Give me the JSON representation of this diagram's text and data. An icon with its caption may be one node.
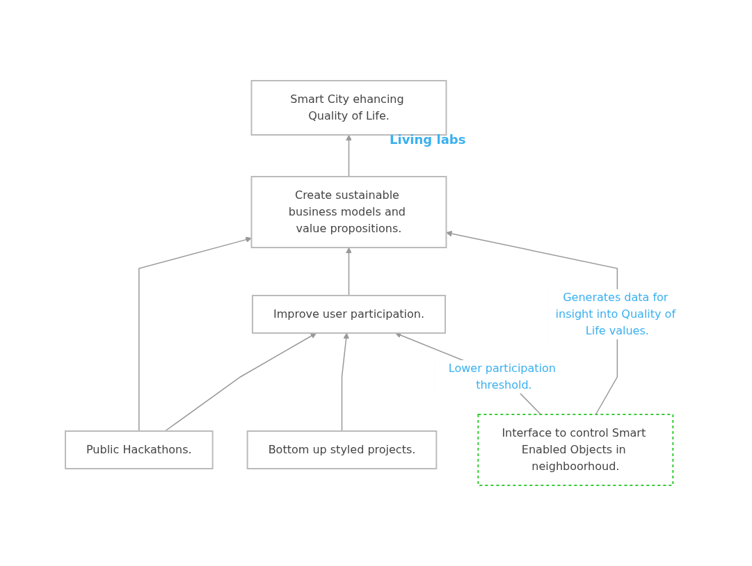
{
  "diagram": {
    "nodes": [
      {
        "text": [
          "Smart City ehancing Quality of Life."
        ]
      },
      {
        "text": [
          "Create sustainable business models and value propositions."
        ]
      },
      {
        "text": [
          "Public Hackathons."
        ]
      },
      {
        "text": [
          "Improve user participation."
        ]
      },
      {
        "text": [
          "Bottom up styled projects."
        ]
      },
      {
        "text": [
          "Interface to control Smart Enabled Objects in neighboorhoud."
        ]
      }
    ],
    "edges": [
      {
        "from": 1,
        "to": 0,
        "arrow": "to"
      },
      {
        "from": 2,
        "to": 1,
        "arrow": "to"
      },
      {
        "from": 3,
        "to": 1,
        "arrow": "to"
      },
      {
        "from": 2,
        "to": 3,
        "arrow": "to"
      },
      {
        "from": 4,
        "to": 3,
        "arrow": "to"
      },
      {
        "from": 5,
        "to": 3,
        "arrow": "to",
        "label": "Lower participation threshold."
      },
      {
        "from": 5,
        "to": 1,
        "arrow": "to",
        "label": "Generates data for insight into Quality of Life values."
      }
    ],
    "labels": [
      "Living labs"
    ]
  }
}
